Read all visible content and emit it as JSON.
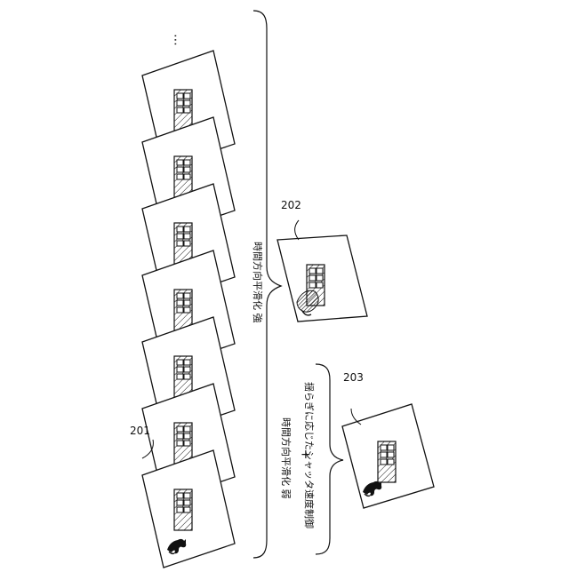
{
  "labels": {
    "ellipsis": "⋯",
    "ref_201": "201",
    "ref_202": "202",
    "ref_203": "203",
    "strong_smoothing": "時間方向平滑化 強",
    "shutter_control": "揺らぎに応じたシャッタ速度制御",
    "plus": "+",
    "weak_smoothing": "時間方向平滑化 弱"
  },
  "icons": {
    "frame_content": "building-with-windows-and-horse-icon"
  },
  "colors": {
    "line": "#111111",
    "background": "#ffffff"
  }
}
